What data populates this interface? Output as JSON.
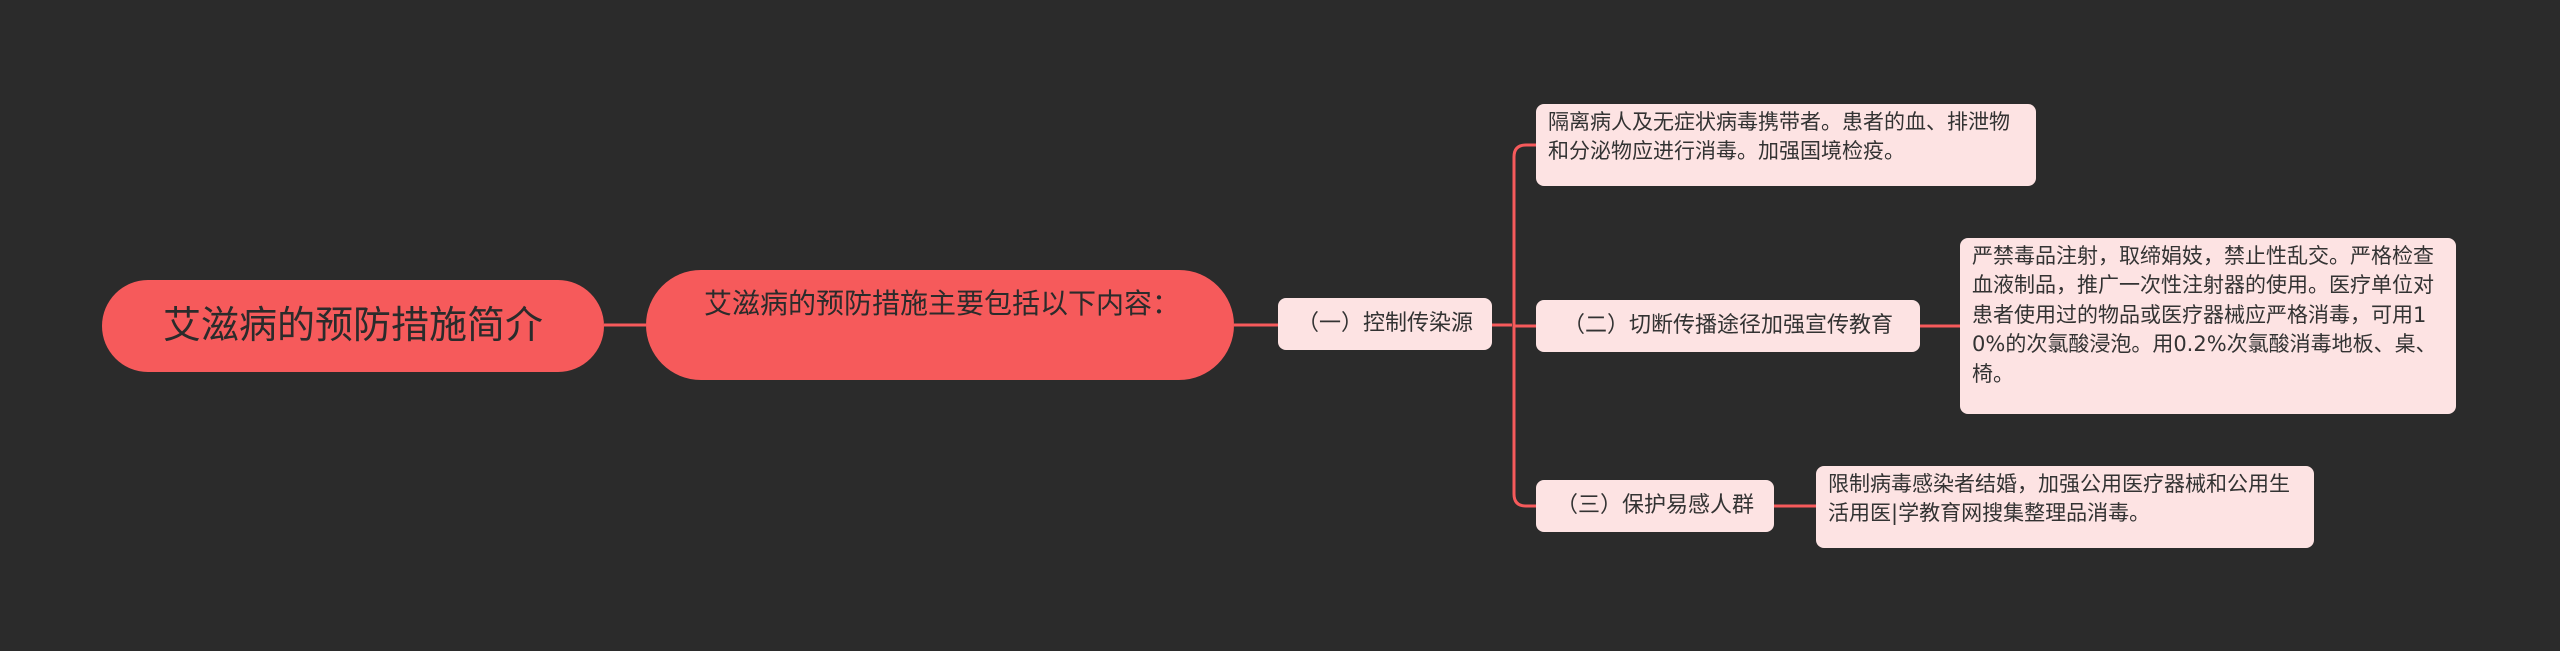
{
  "root": {
    "title": "艾滋病的预防措施简介"
  },
  "level1": {
    "text": "艾滋病的预防措施主要包括以下内容："
  },
  "branch": {
    "label": "（一）控制传染源",
    "children": [
      {
        "text": "隔离病人及无症状病毒携带者。患者的血、排泄物和分泌物应进行消毒。加强国境检疫。"
      },
      {
        "label": "（二）切断传播途径加强宣传教育",
        "detail": "严禁毒品注射，取缔娟妓，禁止性乱交。严格检查血液制品，推广一次性注射器的使用。医疗单位对患者使用过的物品或医疗器械应严格消毒，可用10%的次氯酸浸泡。用0.2%次氯酸消毒地板、桌、椅。"
      },
      {
        "label": "（三）保护易感人群",
        "detail": "限制病毒感染者结婚，加强公用医疗器械和公用生活用医|学教育网搜集整理品消毒。"
      }
    ]
  },
  "colors": {
    "background": "#2b2b2b",
    "primary_node": "#f65a5b",
    "secondary_node": "#fde3e3",
    "connector": "#f65a5b"
  }
}
